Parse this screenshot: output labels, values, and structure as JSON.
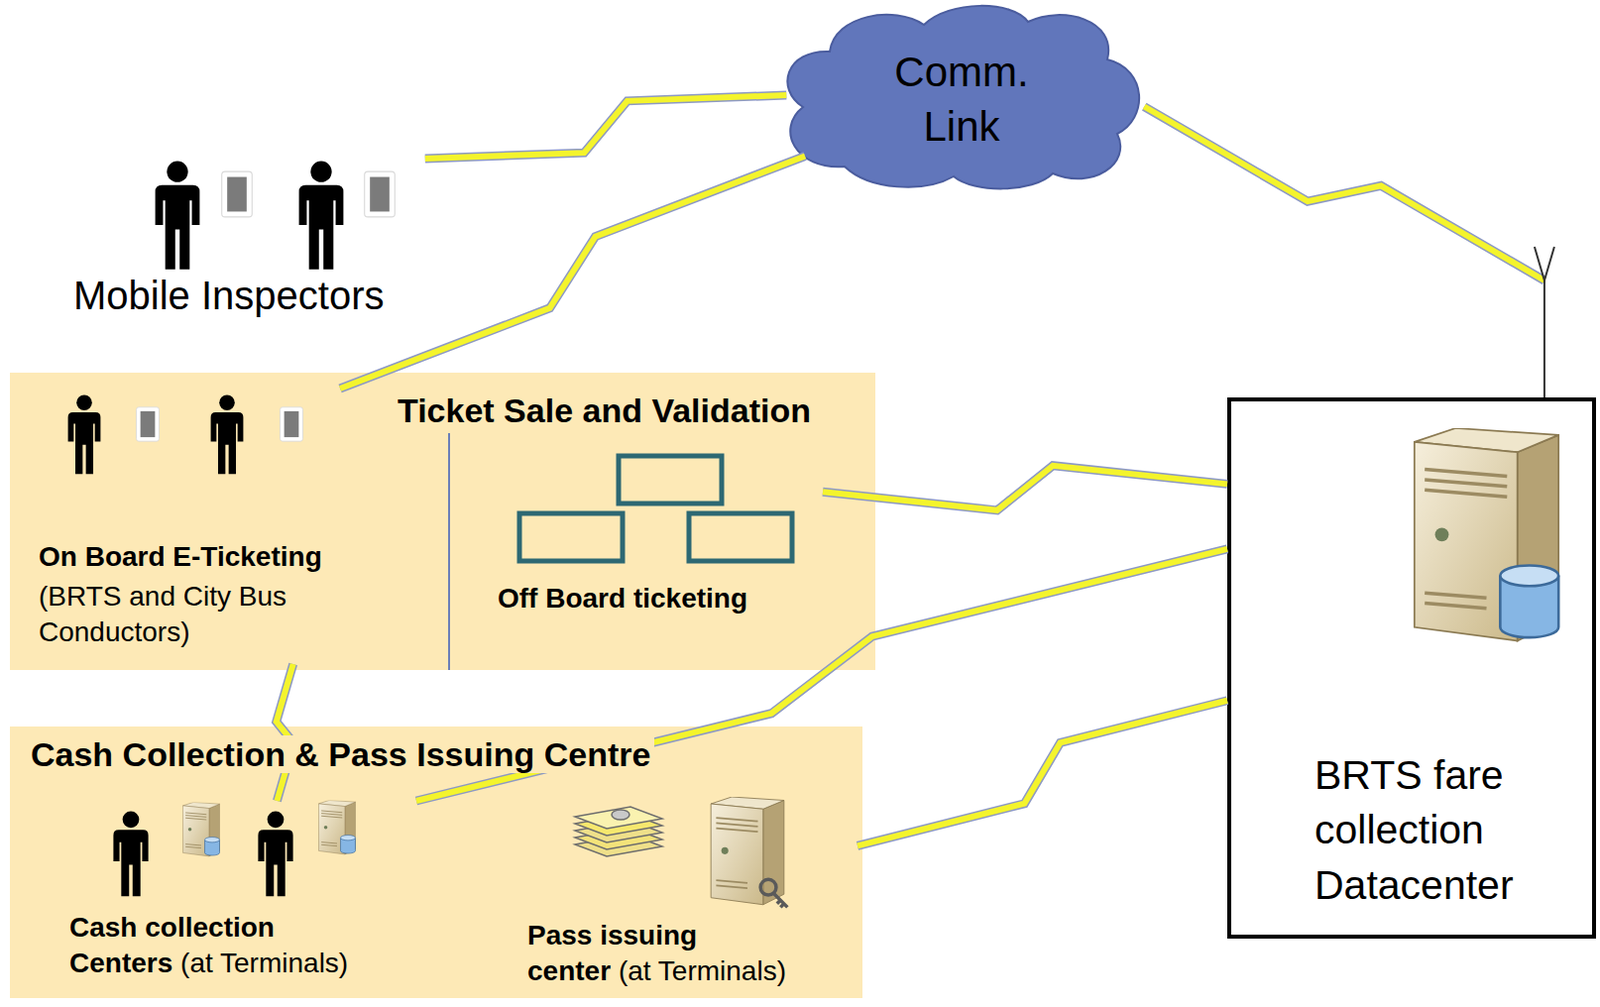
{
  "diagram": {
    "nodes": [
      {
        "text": [
          "Comm. Link"
        ]
      },
      {
        "text": [
          "Mobile Inspectors"
        ]
      },
      {
        "text": [
          "Ticket Sale and Validation"
        ]
      },
      {
        "text": [
          "On Board E-Ticketing",
          "(BRTS and City Bus Conductors)"
        ],
        "in": 2
      },
      {
        "text": [
          "Off Board ticketing"
        ],
        "in": 2
      },
      {
        "text": [
          "Cash Collection & Pass Issuing Centre"
        ]
      },
      {
        "text": [
          "Cash collection Centers",
          "(at Terminals)"
        ],
        "in": 5
      },
      {
        "text": [
          "Pass issuing center",
          "(at Terminals)"
        ],
        "in": 5
      },
      {
        "text": [
          "BRTS fare collection Datacenter"
        ]
      }
    ],
    "edges": [
      {
        "from": 1,
        "to": 0,
        "arrow": "none"
      },
      {
        "from": 3,
        "to": 0,
        "arrow": "none"
      },
      {
        "from": 0,
        "to": 8,
        "arrow": "none"
      },
      {
        "from": 4,
        "to": 8,
        "arrow": "none"
      },
      {
        "from": 6,
        "to": 8,
        "arrow": "none"
      },
      {
        "from": 7,
        "to": 8,
        "arrow": "none"
      },
      {
        "from": 3,
        "to": 6,
        "arrow": "none"
      }
    ]
  }
}
